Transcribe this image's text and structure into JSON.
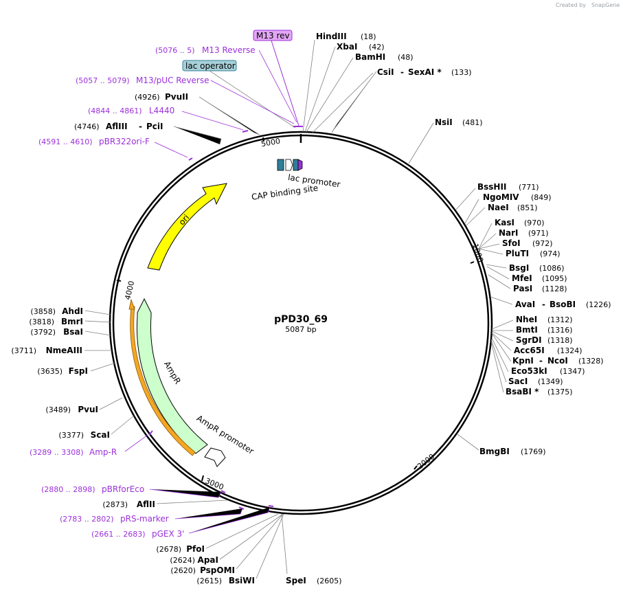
{
  "branding": {
    "text": "Created by",
    "brand": "SnapGene"
  },
  "map": {
    "name": "pPD30_69",
    "length_label": "5087 bp"
  },
  "ticks": [
    {
      "label": "5000"
    },
    {
      "label": "1000"
    },
    {
      "label": "2000"
    },
    {
      "label": "3000"
    },
    {
      "label": "4000"
    }
  ],
  "boxes": [
    {
      "label": "M13 rev",
      "color": "#e3a6f5"
    },
    {
      "label": "lac operator",
      "color": "#a8d0d8"
    }
  ],
  "enzymes": [
    {
      "name": "HindIII",
      "pos": "(18)"
    },
    {
      "name": "XbaI",
      "pos": "(42)"
    },
    {
      "name": "BamHI",
      "pos": "(48)"
    },
    {
      "name": "CsiI",
      "sep": "-",
      "name2": "SexAI *",
      "pos": "(133)"
    },
    {
      "name": "NsiI",
      "pos": "(481)"
    },
    {
      "name": "BssHII",
      "pos": "(771)"
    },
    {
      "name": "NgoMIV",
      "pos": "(849)"
    },
    {
      "name": "NaeI",
      "pos": "(851)"
    },
    {
      "name": "KasI",
      "pos": "(970)"
    },
    {
      "name": "NarI",
      "pos": "(971)"
    },
    {
      "name": "SfoI",
      "pos": "(972)"
    },
    {
      "name": "PluTI",
      "pos": "(974)"
    },
    {
      "name": "BsgI",
      "pos": "(1086)"
    },
    {
      "name": "MfeI",
      "pos": "(1095)"
    },
    {
      "name": "PasI",
      "pos": "(1128)"
    },
    {
      "name": "AvaI",
      "sep": "-",
      "name2": "BsoBI",
      "pos": "(1226)"
    },
    {
      "name": "NheI",
      "pos": "(1312)"
    },
    {
      "name": "BmtI",
      "pos": "(1316)"
    },
    {
      "name": "SgrDI",
      "pos": "(1318)"
    },
    {
      "name": "Acc65I",
      "pos": "(1324)"
    },
    {
      "name": "KpnI",
      "sep": "-",
      "name2": "NcoI",
      "pos": "(1328)"
    },
    {
      "name": "Eco53kI",
      "pos": "(1347)"
    },
    {
      "name": "SacI",
      "pos": "(1349)"
    },
    {
      "name": "BsaBI *",
      "pos": "(1375)"
    },
    {
      "name": "BmgBI",
      "pos": "(1769)"
    },
    {
      "name": "SpeI",
      "pos": "(2605)"
    },
    {
      "name": "BsiWI",
      "pos": "(2615)"
    },
    {
      "name": "PspOMI",
      "pos": "(2620)"
    },
    {
      "name": "ApaI",
      "pos": "(2624)"
    },
    {
      "name": "PfoI",
      "pos": "(2678)"
    },
    {
      "name": "AflII",
      "pos": "(2873)"
    },
    {
      "name": "ScaI",
      "pos": "(3377)"
    },
    {
      "name": "PvuI",
      "pos": "(3489)"
    },
    {
      "name": "FspI",
      "pos": "(3635)"
    },
    {
      "name": "NmeAIII",
      "pos": "(3711)"
    },
    {
      "name": "BsaI",
      "pos": "(3792)"
    },
    {
      "name": "BmrI",
      "pos": "(3818)"
    },
    {
      "name": "AhdI",
      "pos": "(3858)"
    },
    {
      "name": "AflIII",
      "sep": "-",
      "name2": "PciI",
      "pos": "(4746)"
    },
    {
      "name": "PvuII",
      "pos": "(4926)"
    }
  ],
  "primers": [
    {
      "range": "(5076 .. 5)",
      "name": "M13 Reverse"
    },
    {
      "range": "(5057 .. 5079)",
      "name": "M13/pUC Reverse"
    },
    {
      "range": "(4844 .. 4861)",
      "name": "L4440"
    },
    {
      "range": "(4591 .. 4610)",
      "name": "pBR322ori-F"
    },
    {
      "range": "(3289 .. 3308)",
      "name": "Amp-R"
    },
    {
      "range": "(2880 .. 2898)",
      "name": "pBRforEco"
    },
    {
      "range": "(2783 .. 2802)",
      "name": "pRS-marker"
    },
    {
      "range": "(2661 .. 2683)",
      "name": "pGEX 3'"
    }
  ],
  "features": [
    {
      "label": "ori",
      "color": "#ffff00"
    },
    {
      "label": "AmpR",
      "color": "#ccffcc"
    },
    {
      "label": "AmpR promoter",
      "color": "#ffffff"
    },
    {
      "label": "lac promoter",
      "color": "#ffffff"
    },
    {
      "label": "CAP binding site",
      "color": "#2f7f99"
    }
  ],
  "colors": {
    "primer": "#9b30d9",
    "backbone": "#000000",
    "orf": "#f5a623"
  }
}
